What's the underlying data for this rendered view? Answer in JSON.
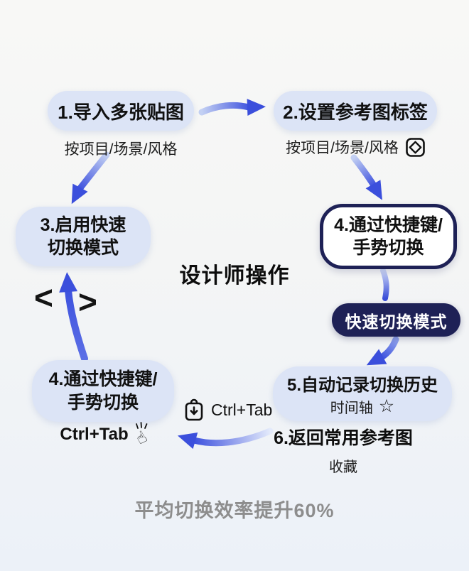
{
  "colors": {
    "pill_bg": "#dce4f6",
    "navy": "#1e2156",
    "arrow_blue": "#4456e0",
    "arrow_head": "#3b4fdc",
    "text": "#111111",
    "muted_text": "#8d8d8d",
    "background_top": "#f8f8f6",
    "background_bottom": "#ecf1f8"
  },
  "center_label": "设计师操作",
  "footer_text": "平均切换效率提升60%",
  "glyphs": {
    "angle_left": "<",
    "angle_right": ">",
    "star": "☆",
    "hand": "☝"
  },
  "steps": {
    "step1": {
      "title": "1.导入多张贴图",
      "subtitle": "按项目/场景/风格"
    },
    "step2": {
      "title": "2.设置参考图标签",
      "subtitle": "按项目/场景/风格"
    },
    "step3": {
      "line1": "3.启用快速",
      "line2": "切换模式"
    },
    "step4": {
      "line1": "4.通过快捷键/",
      "line2": "手势切换"
    },
    "mode_badge": "快速切换模式",
    "step5": {
      "title": "5.自动记录切换历史",
      "subtitle": "时间轴"
    },
    "step6": {
      "title": "6.返回常用参考图",
      "subtitle": "收藏"
    },
    "step4_repeat": {
      "line1": "4.通过快捷键/",
      "line2": "手势切换",
      "shortcut": "Ctrl+Tab"
    },
    "history_shortcut": "Ctrl+Tab"
  }
}
